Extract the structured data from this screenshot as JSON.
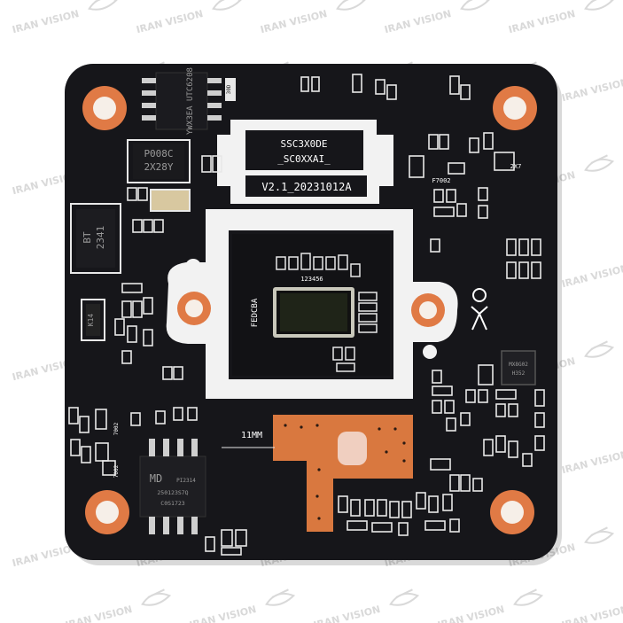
{
  "watermark": {
    "text": "IRAN VISION",
    "colors": {
      "text": "#d9d9d9"
    }
  },
  "board": {
    "colors": {
      "pcb": "#16161a",
      "silkscreen": "#f2f2f2",
      "copper_pad": "#e07a45",
      "copper_inner": "#f6efe8"
    },
    "labels": {
      "sensor_model_line1": "SSC3X0DE",
      "sensor_model_line2": "_SC0XXAI_",
      "version": "V2.1_20231012A",
      "lens_size": "11MM",
      "flash_chip": "YWX3EA UTC6208",
      "diode_top": "P008C",
      "diode_bottom": "2X28Y",
      "inductor_top": "BT",
      "inductor_bottom": "2341",
      "small_diode": "K14",
      "resistor_code": "30D",
      "sot_left": "F7002",
      "sot_right": "2X7",
      "sensor_side": "FEDCBA",
      "sensor_top": "123456",
      "ic_right_top": "MX8G02",
      "ic_right_bottom": "H352",
      "memory_brand": "MD",
      "memory_line1": "PI2314",
      "memory_line2": "250123S7Q",
      "memory_line3": "C0S1723",
      "regulator_left": "7002",
      "regulator_left2": "7002"
    }
  }
}
